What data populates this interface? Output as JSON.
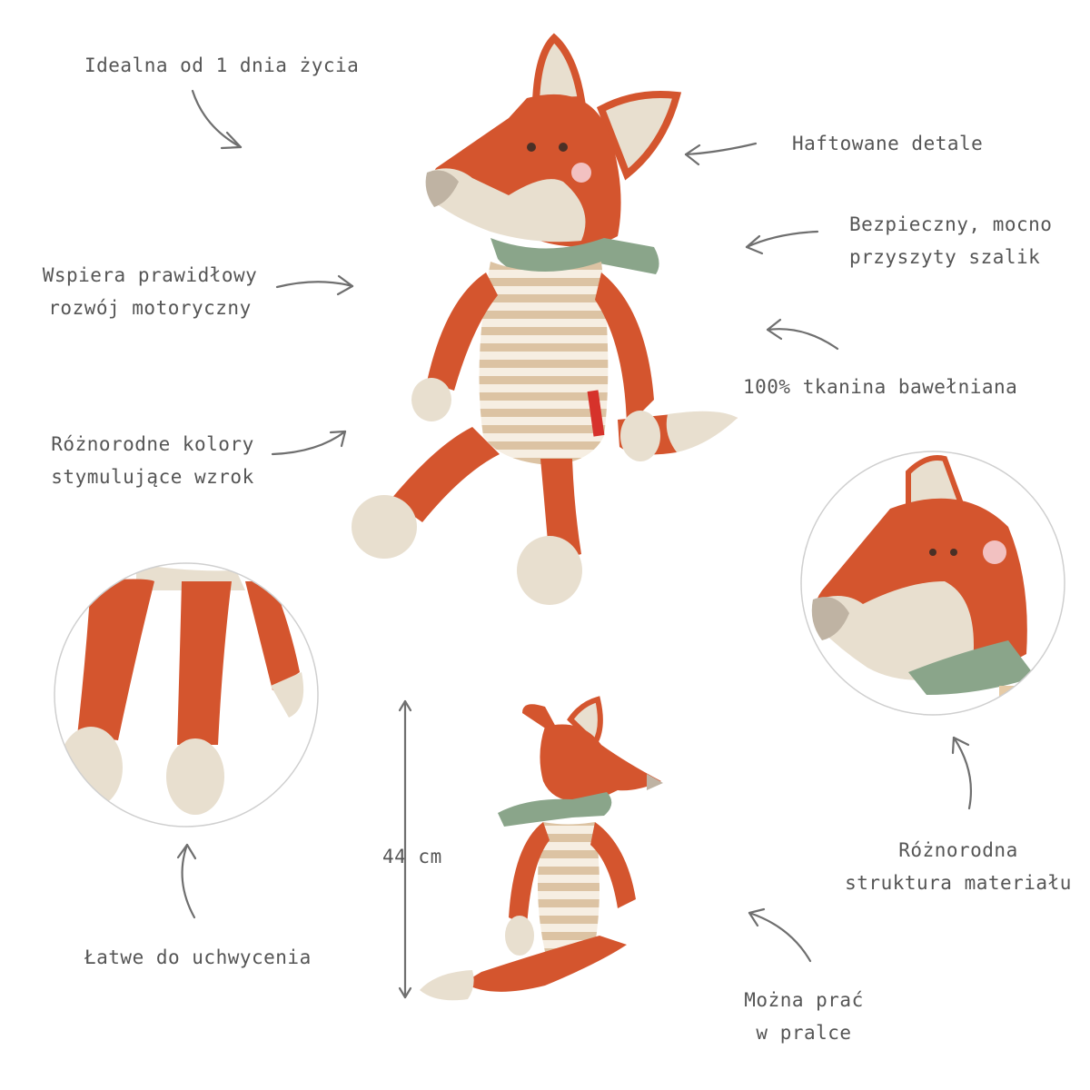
{
  "features": {
    "age": "Idealna od 1 dnia życia",
    "embroidery": "Haftowane detale",
    "scarf": [
      "Bezpieczny, mocno",
      "przyszyty szalik"
    ],
    "motor": [
      "Wspiera prawidłowy",
      "rozwój motoryczny"
    ],
    "cotton": "100% tkanina bawełniana",
    "colors": [
      "Różnorodne kolory",
      "stymulujące wzrok"
    ],
    "grip": "Łatwe do uchwycenia",
    "texture": [
      "Różnorodna",
      "struktura materiału"
    ],
    "washable": [
      "Można prać",
      "w pralce"
    ]
  },
  "dimensions": {
    "height": "44 cm"
  },
  "colors": {
    "text": "#555555",
    "arrow": "#6f6f6f",
    "fox_orange": "#d4552e",
    "fox_light": "#e8dfcf",
    "scarf_green": "#8aa58a",
    "stripe_beige": "#dcc3a3",
    "stripe_cream": "#f6eee2",
    "circle_border": "#cfcfcf"
  },
  "icons": [
    "arrow-icon",
    "fox-toy-front-image",
    "fox-toy-back-image",
    "legs-closeup-image",
    "head-closeup-image"
  ]
}
